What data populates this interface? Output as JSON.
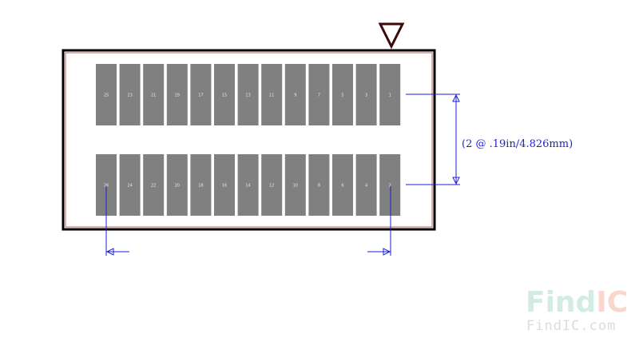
{
  "footprint": {
    "top_row_pins": [
      "25",
      "23",
      "21",
      "19",
      "17",
      "15",
      "13",
      "11",
      "9",
      "7",
      "5",
      "3",
      "1"
    ],
    "bottom_row_pins": [
      "26",
      "24",
      "22",
      "20",
      "18",
      "16",
      "14",
      "12",
      "10",
      "8",
      "6",
      "4",
      "2"
    ],
    "pad_color": "#808080",
    "outline_color": "#000000",
    "inner_outline_color": "#c06060"
  },
  "dimension": {
    "label": "(2 @ .19in/4.826mm)",
    "color": "#1f1fd6"
  },
  "watermark": {
    "brand_part1": "Find",
    "brand_part2": "IC",
    "url": "FindIC.com",
    "color1": "#d2ebe4",
    "color2": "#f9d7cc"
  }
}
